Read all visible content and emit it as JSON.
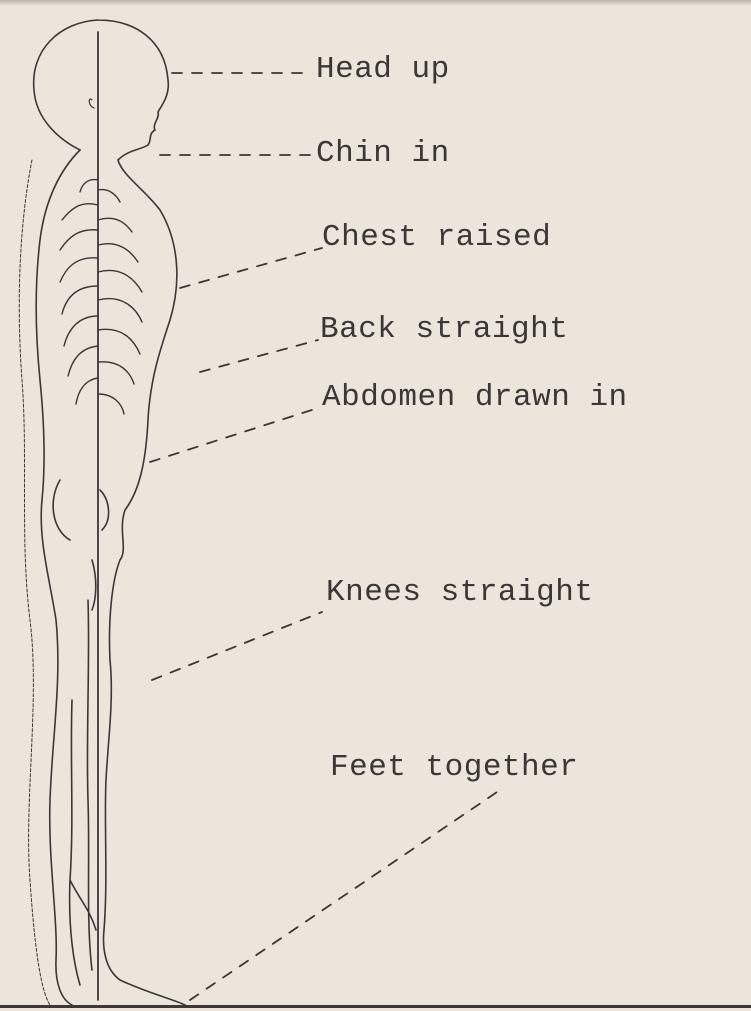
{
  "diagram": {
    "labels": {
      "head": "Head up",
      "chin": "Chin in",
      "chest": "Chest raised",
      "back": "Back straight",
      "abdomen": "Abdomen drawn in",
      "knees": "Knees straight",
      "feet": "Feet together"
    }
  }
}
